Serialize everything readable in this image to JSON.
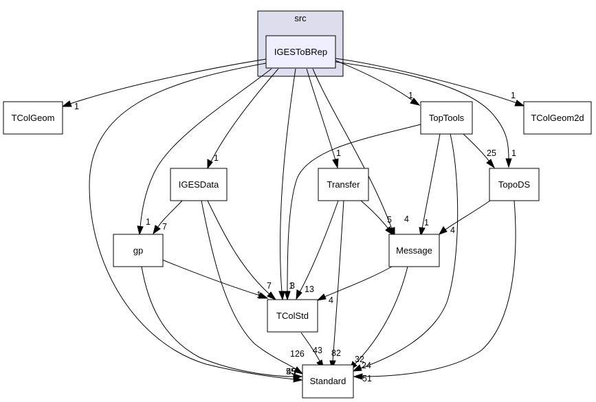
{
  "cluster": {
    "label": "src"
  },
  "nodes": {
    "igestobrep": "IGESToBRep",
    "tcolgeom": "TColGeom",
    "toptools": "TopTools",
    "tcolgeom2d": "TColGeom2d",
    "igesdata": "IGESData",
    "transfer": "Transfer",
    "topods": "TopoDS",
    "gp": "gp",
    "message": "Message",
    "tcolstd": "TColStd",
    "standard": "Standard"
  },
  "edges": {
    "igestobrep_tcolgeom": "1",
    "igestobrep_toptools": "1",
    "igestobrep_tcolgeom2d": "1",
    "igestobrep_igesdata": "1",
    "igestobrep_transfer": "1",
    "igestobrep_topods": "1",
    "igestobrep_gp": "1",
    "igestobrep_message": "4",
    "igestobrep_tcolstd": "1",
    "igestobrep_standard": "45",
    "toptools_topods": "25",
    "toptools_message": "1",
    "toptools_tcolstd": "3",
    "toptools_standard": "24",
    "igesdata_gp": "7",
    "igesdata_tcolstd": "7",
    "igesdata_standard": "126",
    "transfer_message": "5",
    "transfer_tcolstd": "13",
    "transfer_standard": "82",
    "topods_message": "4",
    "topods_standard": "51",
    "gp_tcolstd": "1",
    "gp_standard": "55",
    "message_tcolstd": "4",
    "message_standard": "32",
    "tcolstd_standard": "43"
  }
}
